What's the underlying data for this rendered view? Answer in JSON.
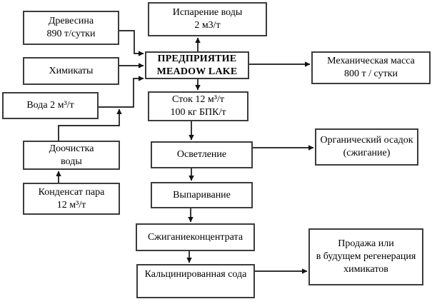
{
  "diagram": {
    "kind": "process-flowchart",
    "language": "ru",
    "nodes": {
      "wood": {
        "text": "Древесина\n890 т/сутки"
      },
      "chemicals": {
        "text": "Химикаты"
      },
      "water": {
        "text": "Вода 2 м³/т"
      },
      "water_polishing": {
        "text": "Доочистка\nводы"
      },
      "steam_condensate": {
        "text": "Конденсат пара\n12 м³/т"
      },
      "evaporation": {
        "text": "Испарение воды\n2 м3/т"
      },
      "mill": {
        "text": "ПРЕДПРИЯТИЕ\nMEADOW LAKE"
      },
      "effluent": {
        "text": "Сток 12 м³/т\n100 кг БПК/т"
      },
      "clarification": {
        "text": "Осветление"
      },
      "evaporating": {
        "text": "Выпаривание"
      },
      "concentrate_burning": {
        "text": "Сжиганиеконцентрата"
      },
      "soda_ash": {
        "text": "Кальцинированная сода"
      },
      "mechanical_pulp": {
        "text": "Механическая масса\n800 т / сутки"
      },
      "organic_sludge": {
        "text": "Органический осадок\n(сжигание)"
      },
      "sale": {
        "text": "Продажа или\nв будущем регенерация\nхимикатов"
      }
    },
    "edges": [
      {
        "from": "wood",
        "to": "mill"
      },
      {
        "from": "chemicals",
        "to": "mill"
      },
      {
        "from": "water",
        "to": "mill"
      },
      {
        "from": "water_polishing",
        "to": "water"
      },
      {
        "from": "steam_condensate",
        "to": "water_polishing"
      },
      {
        "from": "mill",
        "to": "evaporation"
      },
      {
        "from": "mill",
        "to": "effluent"
      },
      {
        "from": "mill",
        "to": "mechanical_pulp"
      },
      {
        "from": "effluent",
        "to": "clarification"
      },
      {
        "from": "clarification",
        "to": "organic_sludge"
      },
      {
        "from": "clarification",
        "to": "evaporating"
      },
      {
        "from": "evaporating",
        "to": "concentrate_burning"
      },
      {
        "from": "concentrate_burning",
        "to": "soda_ash"
      },
      {
        "from": "soda_ash",
        "to": "sale"
      }
    ],
    "colors": {
      "background": "#ffffff",
      "box_border": "#3c3c3c",
      "line": "#141414",
      "text": "#000000"
    }
  }
}
